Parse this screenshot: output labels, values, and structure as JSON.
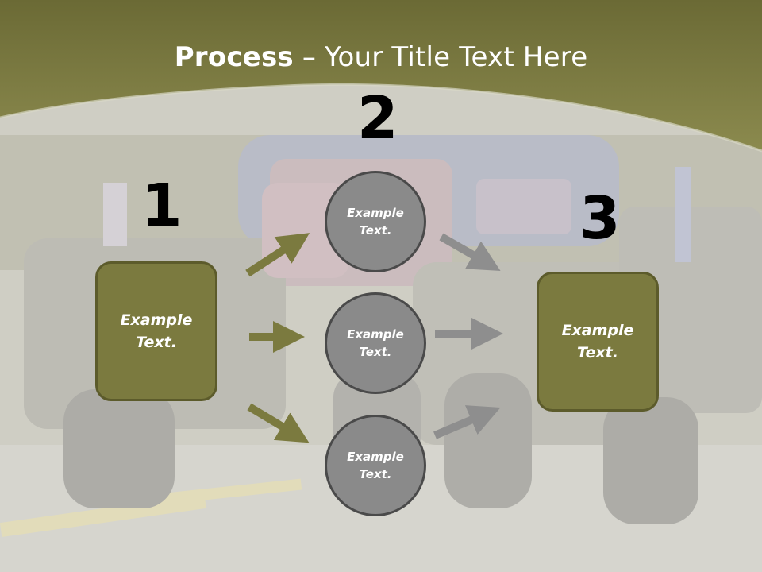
{
  "slide": {
    "title_bold": "Process",
    "title_rest": " – Your Title Text Here"
  },
  "steps": {
    "one": "1",
    "two": "2",
    "three": "3"
  },
  "boxes": {
    "left": "Example\nText.",
    "right": "Example\nText."
  },
  "circles": [
    {
      "label": "Example\nText."
    },
    {
      "label": "Example\nText."
    },
    {
      "label": "Example\nText."
    }
  ],
  "colors": {
    "header_olive": "#7f7f45",
    "box_olive": "#7b7a3f",
    "arrow_olive": "#7b7a3f",
    "arrow_gray": "#8e8e8e",
    "circle_gray": "#8a8a8a"
  }
}
